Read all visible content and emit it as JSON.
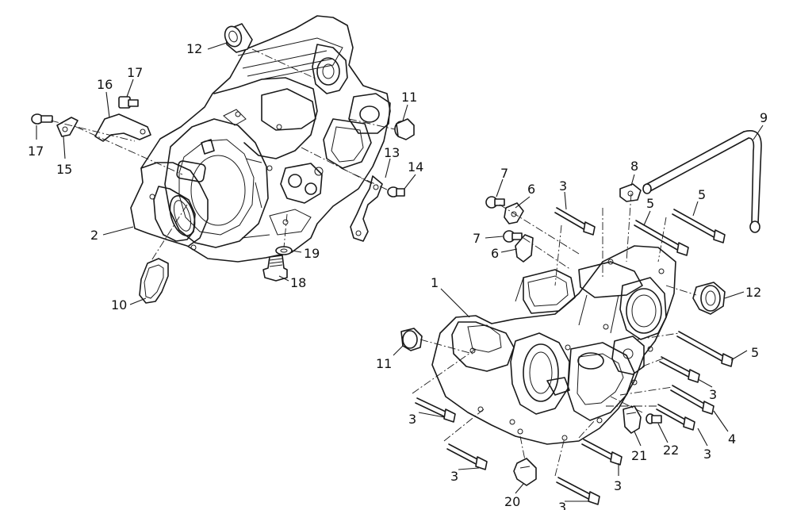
{
  "callouts": [
    {
      "id": "c12a",
      "text": "12"
    },
    {
      "id": "c17a",
      "text": "17"
    },
    {
      "id": "c16",
      "text": "16"
    },
    {
      "id": "c11a",
      "text": "11"
    },
    {
      "id": "c17b",
      "text": "17"
    },
    {
      "id": "c15",
      "text": "15"
    },
    {
      "id": "c13",
      "text": "13"
    },
    {
      "id": "c14",
      "text": "14"
    },
    {
      "id": "c2",
      "text": "2"
    },
    {
      "id": "c19",
      "text": "19"
    },
    {
      "id": "c18",
      "text": "18"
    },
    {
      "id": "c10",
      "text": "10"
    },
    {
      "id": "c9",
      "text": "9"
    },
    {
      "id": "c7a",
      "text": "7"
    },
    {
      "id": "c6a",
      "text": "6"
    },
    {
      "id": "c3a",
      "text": "3"
    },
    {
      "id": "c8",
      "text": "8"
    },
    {
      "id": "c5a",
      "text": "5"
    },
    {
      "id": "c5b",
      "text": "5"
    },
    {
      "id": "c7b",
      "text": "7"
    },
    {
      "id": "c6b",
      "text": "6"
    },
    {
      "id": "c1",
      "text": "1"
    },
    {
      "id": "c12b",
      "text": "12"
    },
    {
      "id": "c11b",
      "text": "11"
    },
    {
      "id": "c5c",
      "text": "5"
    },
    {
      "id": "c3b",
      "text": "3"
    },
    {
      "id": "c3c",
      "text": "3"
    },
    {
      "id": "c4",
      "text": "4"
    },
    {
      "id": "c21",
      "text": "21"
    },
    {
      "id": "c22",
      "text": "22"
    },
    {
      "id": "c3d",
      "text": "3"
    },
    {
      "id": "c3e",
      "text": "3"
    },
    {
      "id": "c3f",
      "text": "3"
    },
    {
      "id": "c20",
      "text": "20"
    },
    {
      "id": "c3g",
      "text": "3"
    }
  ]
}
